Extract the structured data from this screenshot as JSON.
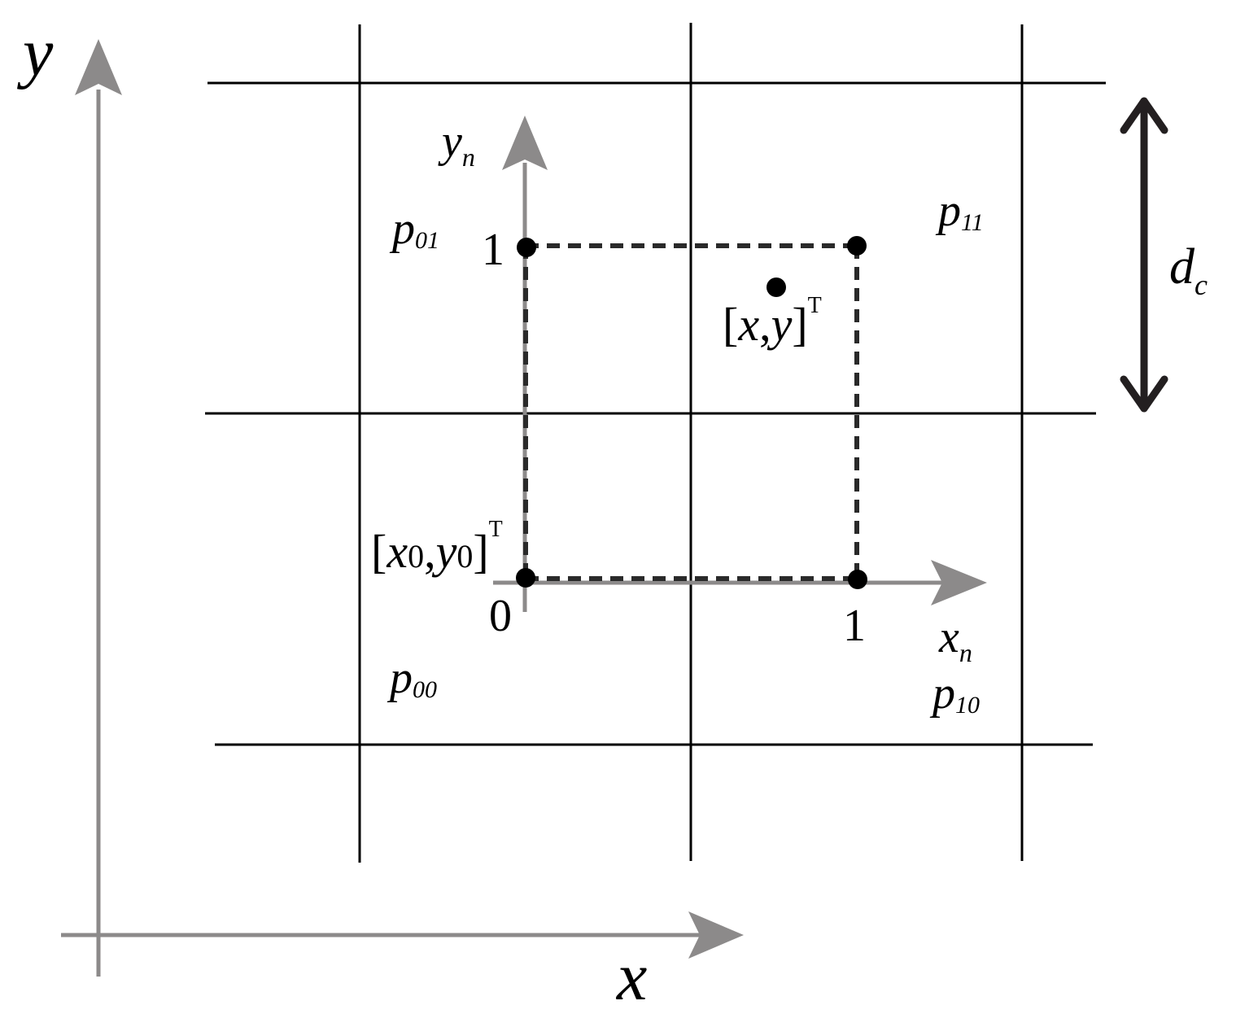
{
  "colors": {
    "grid": "#000000",
    "axis_gray": "#8c8a8a",
    "dashed": "#2a2a2a",
    "arrow_dark": "#231f20",
    "point": "#000000"
  },
  "axes": {
    "global_x": "x",
    "global_y": "y",
    "local_x": {
      "base": "x",
      "sub": "n"
    },
    "local_y": {
      "base": "y",
      "sub": "n"
    }
  },
  "ticks": {
    "origin": "0",
    "x_one": "1",
    "y_one": "1"
  },
  "corner_labels": {
    "p00": {
      "base": "p",
      "sub": "00"
    },
    "p01": {
      "base": "p",
      "sub": "01"
    },
    "p10": {
      "base": "p",
      "sub": "10"
    },
    "p11": {
      "base": "p",
      "sub": "11"
    }
  },
  "point_labels": {
    "query": {
      "open": "[",
      "x": "x",
      "comma": ",",
      "y": "y",
      "close": "]",
      "sup": "T"
    },
    "origin": {
      "open": "[",
      "x": "x",
      "xsub": "0",
      "comma": ",",
      "y": "y",
      "ysub": "0",
      "close": "]",
      "sup": "T"
    }
  },
  "cell_size": {
    "base": "d",
    "sub": "c"
  }
}
